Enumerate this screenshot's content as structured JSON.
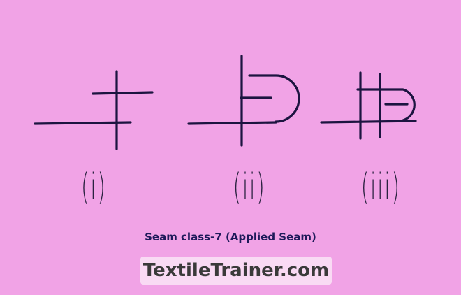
{
  "figure": {
    "labels": [
      "(i)",
      "(ii)",
      "(iii)"
    ],
    "caption": "Seam class-7 (Applied Seam)"
  },
  "watermark": {
    "text": "TextileTrainer.com"
  },
  "colors": {
    "background": "#f1a3e6",
    "ink": "#1c1440",
    "caption": "#1e1a5a"
  }
}
